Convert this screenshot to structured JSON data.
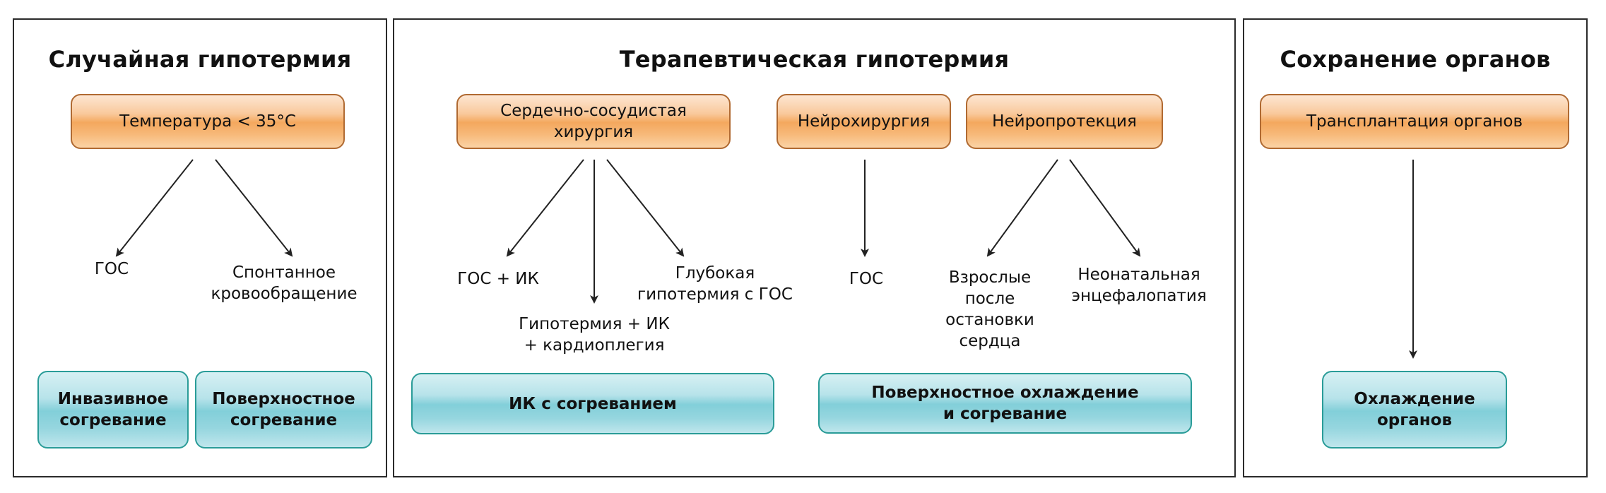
{
  "diagram": {
    "panels": [
      {
        "id": "accidental",
        "title": "Случайная гипотермия",
        "sources": [
          {
            "id": "temp",
            "label": "Температура < 35°C"
          }
        ],
        "outcomes": [
          {
            "id": "dhca1",
            "label": "ГОС",
            "from": "temp"
          },
          {
            "id": "spont",
            "label": "Спонтанное\nкровообращение",
            "from": "temp"
          }
        ],
        "methods": [
          {
            "id": "invasive",
            "label": "Инвазивное\nсогревание"
          },
          {
            "id": "surface_rw",
            "label": "Поверхностное\nсогревание"
          }
        ]
      },
      {
        "id": "therapeutic",
        "title": "Терапевтическая гипотермия",
        "sources": [
          {
            "id": "cardio",
            "label": "Сердечно-сосудистая\nхирургия"
          },
          {
            "id": "neurosurg",
            "label": "Нейрохирургия"
          },
          {
            "id": "neuroprot",
            "label": "Нейропротекция"
          }
        ],
        "outcomes": [
          {
            "id": "dhca_cpb",
            "label": "ГОС + ИК",
            "from": "cardio"
          },
          {
            "id": "hypo_cpb",
            "label": "Гипотермия + ИК\n+ кардиоплегия",
            "from": "cardio"
          },
          {
            "id": "deep",
            "label": "Глубокая\nгипотермия с ГОС",
            "from": "cardio"
          },
          {
            "id": "dhca2",
            "label": "ГОС",
            "from": "neurosurg"
          },
          {
            "id": "adults",
            "label": "Взрослые\nпосле\nостановки\nсердца",
            "from": "neuroprot"
          },
          {
            "id": "neonatal",
            "label": "Неонатальная\nэнцефалопатия",
            "from": "neuroprot"
          }
        ],
        "methods": [
          {
            "id": "cpb_rw",
            "label": "ИК с согреванием"
          },
          {
            "id": "surface_cool",
            "label": "Поверхностное охлаждение\nи согревание"
          }
        ]
      },
      {
        "id": "organ",
        "title": "Сохранение органов",
        "sources": [
          {
            "id": "transplant",
            "label": "Трансплантация органов"
          }
        ],
        "outcomes": [],
        "methods": [
          {
            "id": "organ_cool",
            "label": "Охлаждение\nорганов",
            "from": "transplant"
          }
        ]
      }
    ],
    "colors": {
      "source_fill": "#f4a85e",
      "source_border": "#b06a32",
      "method_fill": "#82cfd9",
      "method_border": "#2a9c98",
      "panel_border": "#2b2b2b",
      "arrow": "#222222"
    }
  }
}
